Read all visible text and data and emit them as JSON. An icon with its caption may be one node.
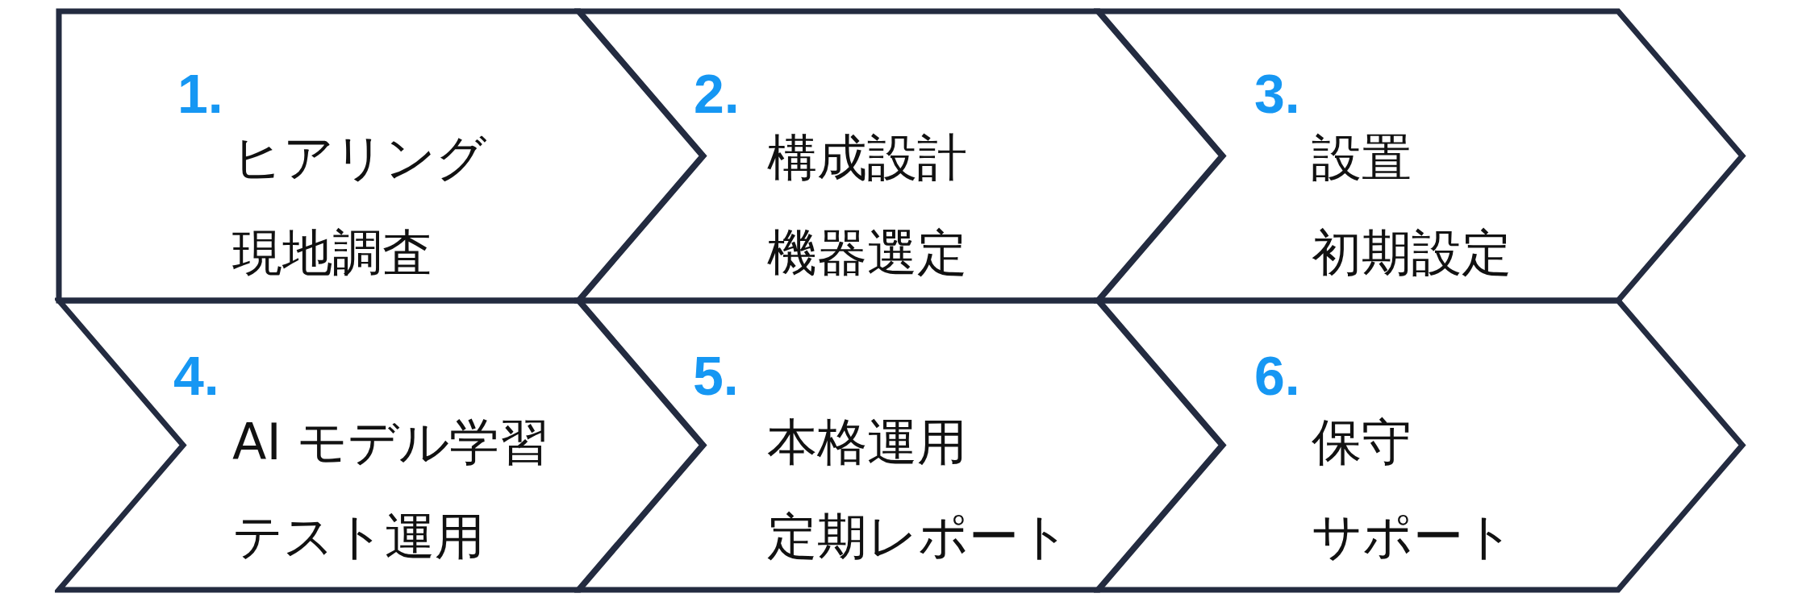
{
  "diagram": {
    "nodes": [
      {
        "text": [
          "1.",
          "ヒアリング",
          "現地調査"
        ]
      },
      {
        "text": [
          "2.",
          "構成設計",
          "機器選定"
        ]
      },
      {
        "text": [
          "3.",
          "設置",
          "初期設定"
        ]
      },
      {
        "text": [
          "4.",
          "AI モデル学習",
          "テスト運用"
        ]
      },
      {
        "text": [
          "5.",
          "本格運用",
          "定期レポート"
        ]
      },
      {
        "text": [
          "6.",
          "保守",
          "サポート"
        ]
      }
    ]
  }
}
